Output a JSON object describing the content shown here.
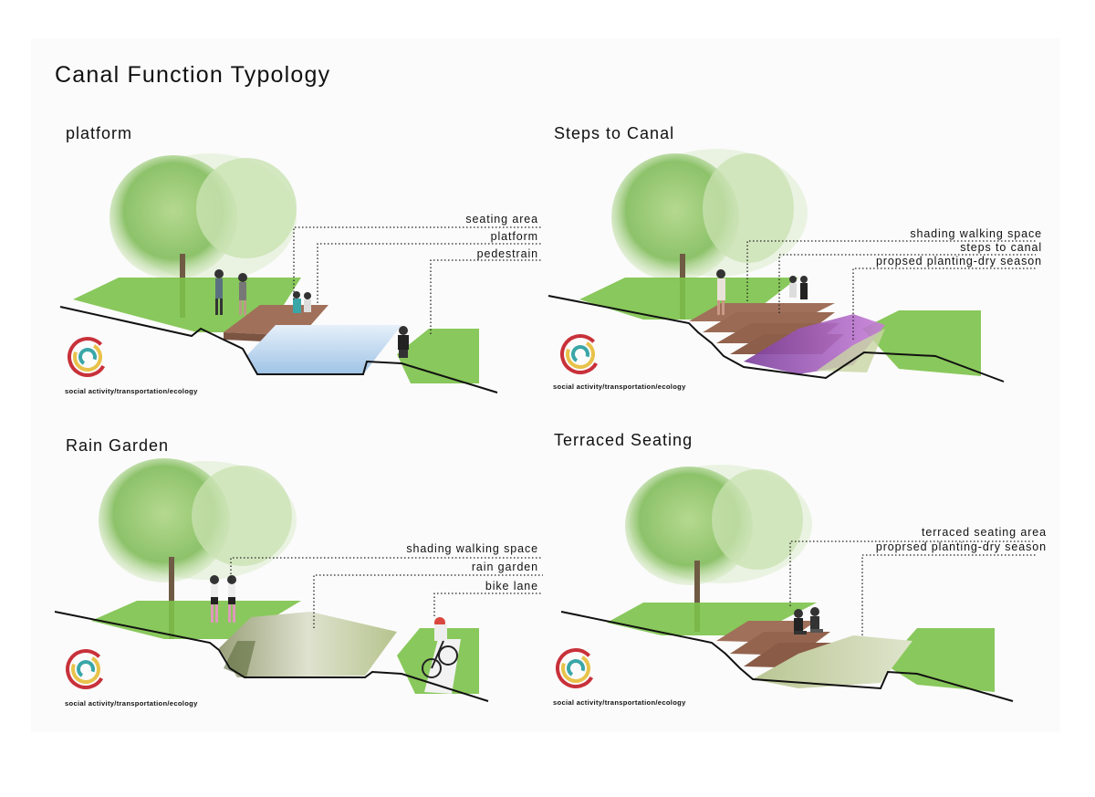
{
  "title": "Canal Function Typology",
  "colors": {
    "grass": "#7cc24a",
    "tree_canopy": "#8dc26a",
    "deck_wood": "#a0705a",
    "water": "#bcd6ee",
    "planting_purple": "#9b4fb8",
    "ring_red": "#c8313a",
    "ring_yellow": "#e8c24a",
    "ring_teal": "#3aa6a8"
  },
  "panels": [
    {
      "title": "platform",
      "caption": "social activity/transportation/ecology",
      "labels": [
        "seating area",
        "platform",
        "pedestrain"
      ]
    },
    {
      "title": "Steps to Canal",
      "caption": "social activity/transportation/ecology",
      "labels": [
        "shading walking space",
        "steps to canal",
        "propsed planting-dry season"
      ]
    },
    {
      "title": "Rain Garden",
      "caption": "social activity/transportation/ecology",
      "labels": [
        "shading walking space",
        "rain garden",
        "bike lane"
      ]
    },
    {
      "title": "Terraced Seating",
      "caption": "social activity/transportation/ecology",
      "labels": [
        "terraced seating area",
        "proprsed planting-dry season"
      ]
    }
  ]
}
